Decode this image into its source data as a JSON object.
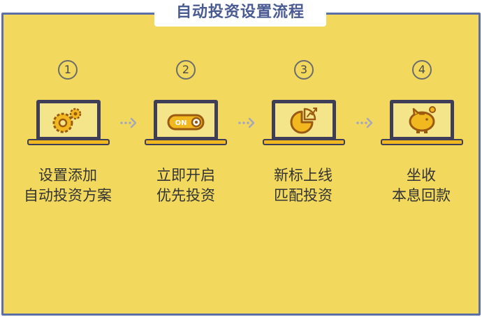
{
  "title": "自动投资设置流程",
  "steps": [
    {
      "number": "1",
      "line1": "设置添加",
      "line2": "自动投资方案",
      "icon": "gear-icon"
    },
    {
      "number": "2",
      "line1": "立即开启",
      "line2": "优先投资",
      "icon": "toggle-on-icon",
      "toggle_text": "ON"
    },
    {
      "number": "3",
      "line1": "新标上线",
      "line2": "匹配投资",
      "icon": "pie-chart-icon"
    },
    {
      "number": "4",
      "line1": "坐收",
      "line2": "本息回款",
      "icon": "piggy-bank-icon"
    }
  ],
  "colors": {
    "panel": "#f2d95e",
    "border": "#5b6fa6",
    "title": "#4a5a92",
    "screen": "#f4e58a",
    "laptop_frame": "#3e3e58",
    "icon_fill": "#f2b81f",
    "icon_dark": "#9a5a12",
    "arrow": "#a4a7bd"
  }
}
